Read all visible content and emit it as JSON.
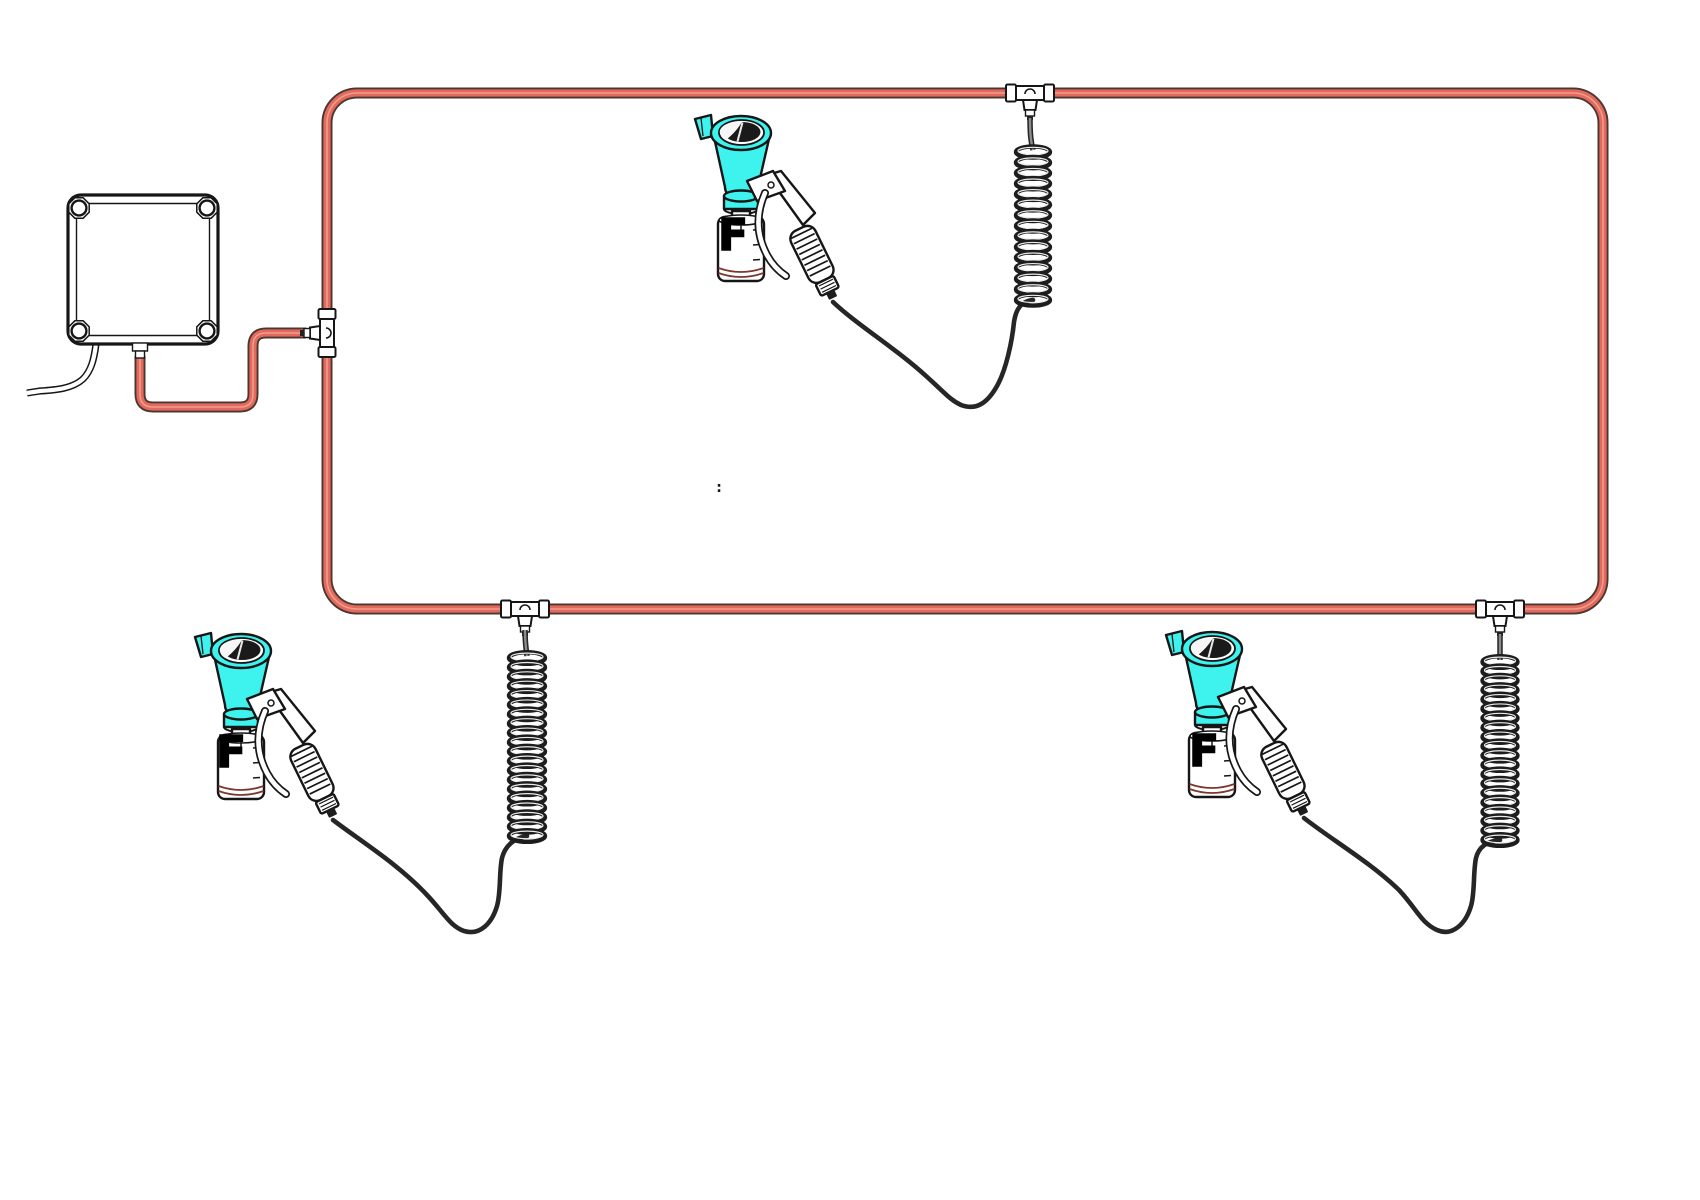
{
  "colors": {
    "background": "#ffffff",
    "pipe_fill": "#e2695b",
    "pipe_outline": "#4a3732",
    "pipe_highlight": "#f0a396",
    "funnel_cyan": "#3ef2ee",
    "outline_dark": "#161616",
    "hose_dark": "#262626",
    "fitting_white": "#ffffff",
    "bottle_ring": "#7c372e"
  },
  "control_box": {
    "screw_count": 4
  },
  "ring_main": {
    "shape": "rounded-rectangle",
    "tee_count": 4
  },
  "stations": [
    {
      "id": "top",
      "label": "F"
    },
    {
      "id": "bottom-left",
      "label": "F"
    },
    {
      "id": "bottom-right",
      "label": "F"
    }
  ],
  "artifact": {
    "text": ":"
  }
}
